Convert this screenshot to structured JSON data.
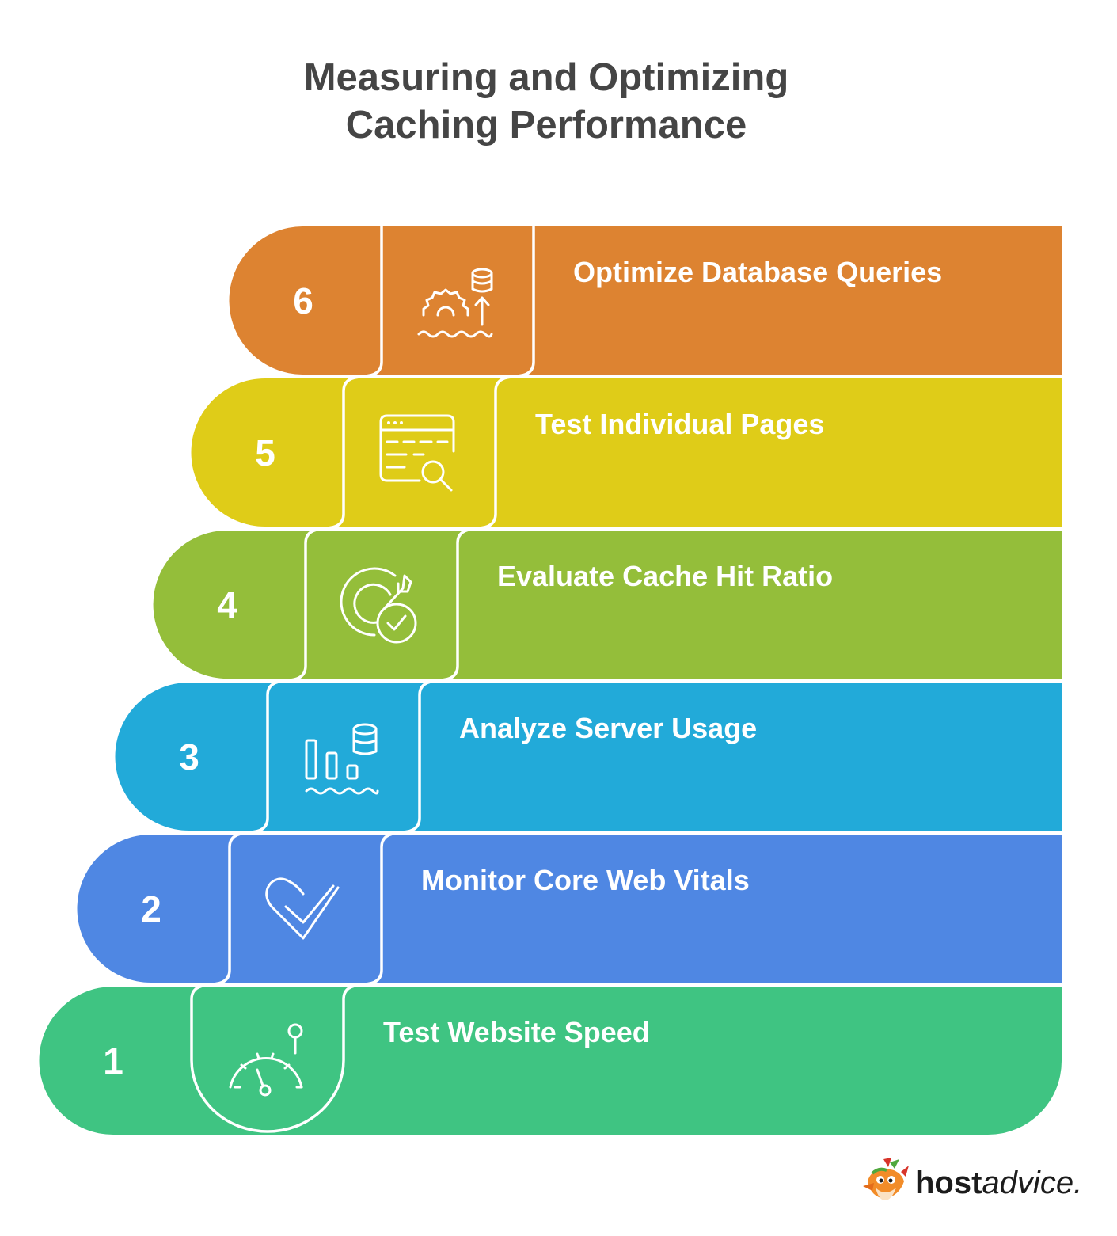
{
  "title": {
    "line1": "Measuring and Optimizing",
    "line2": "Caching Performance"
  },
  "steps": [
    {
      "number": "6",
      "label": "Optimize Database Queries",
      "color": "#DD8331",
      "icon": "database-gear-up-icon"
    },
    {
      "number": "5",
      "label": "Test Individual Pages",
      "color": "#DFCC18",
      "icon": "browser-search-icon"
    },
    {
      "number": "4",
      "label": "Evaluate Cache Hit Ratio",
      "color": "#94BE3A",
      "icon": "target-check-icon"
    },
    {
      "number": "3",
      "label": "Analyze Server Usage",
      "color": "#22AAD9",
      "icon": "bar-chart-database-icon"
    },
    {
      "number": "2",
      "label": "Monitor Core Web Vitals",
      "color": "#4F87E3",
      "icon": "heart-check-icon"
    },
    {
      "number": "1",
      "label": "Test Website Speed",
      "color": "#3FC482",
      "icon": "speedometer-icon"
    }
  ],
  "logo": {
    "brand_bold": "host",
    "brand_italic": "advice.",
    "icon": "fox-mascot-icon"
  }
}
